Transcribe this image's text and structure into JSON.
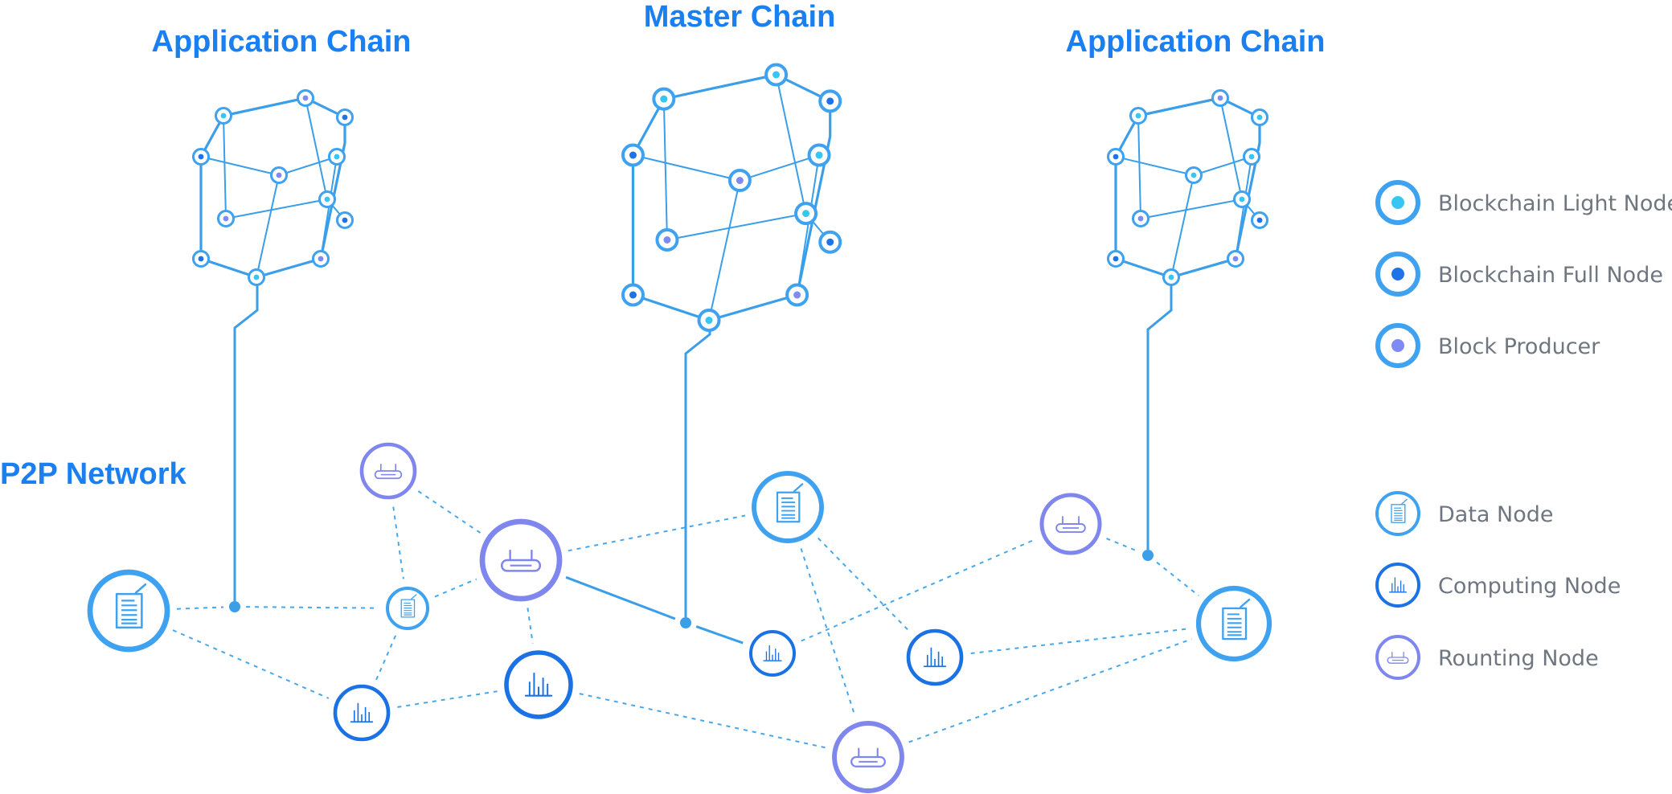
{
  "headings": {
    "master_chain": "Master Chain",
    "application_chain_left": "Application Chain",
    "application_chain_right": "Application Chain",
    "p2p_network": "P2P Network"
  },
  "legend": {
    "chain_nodes": [
      {
        "label": "Blockchain Light Node",
        "kind": "light"
      },
      {
        "label": "Blockchain Full Node",
        "kind": "full"
      },
      {
        "label": "Block Producer",
        "kind": "producer"
      }
    ],
    "network_nodes": [
      {
        "label": "Data Node",
        "kind": "data"
      },
      {
        "label": "Computing Node",
        "kind": "computing"
      },
      {
        "label": "Rounting Node",
        "kind": "routing"
      }
    ]
  },
  "colors": {
    "heading": "#1a7ff0",
    "legend_text": "#6f7680",
    "line": "#3b9ee8",
    "light_node": "#37c6f2",
    "full_node": "#1f73e6",
    "block_producer": "#7e8bf2",
    "data_node": "#3ea2f0",
    "computing_node": "#1a72e4",
    "routing_node": "#7f86ee"
  },
  "icons": {
    "data": "document-icon",
    "computing": "bar-chart-icon",
    "routing": "router-icon"
  }
}
